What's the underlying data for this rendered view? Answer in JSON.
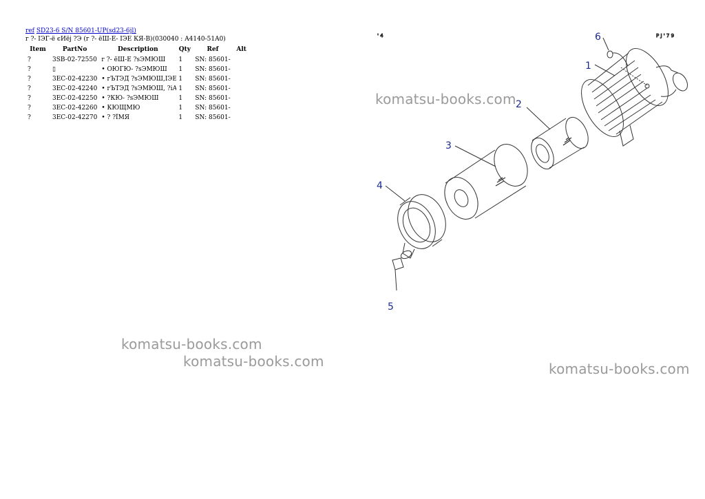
{
  "header": {
    "ref_link": "ref",
    "model_link": "SD23-6 S/N 85601-UP(sd23-6jl)",
    "subtitle": "г ?- ІЭГ-ё єИёј ?Э (г ?- ёШ-Е- ІЭЕ КЯ-В)(030040 : A4140-51A0)"
  },
  "table": {
    "columns": [
      "Item",
      "PartNo",
      "Description",
      "Qty",
      "Ref",
      "Alt"
    ],
    "rows": [
      {
        "item": "?",
        "part": "3SB-02-72550",
        "desc": "г ?- ёШ-Е ?sЭМЮШ",
        "qty": "1",
        "ref": "SN: 85601-",
        "alt": ""
      },
      {
        "item": "?",
        "part": "",
        "desc": "• ОЮГЮ- ?sЭМЮШ",
        "qty": "1",
        "ref": "SN: 85601-",
        "alt": ""
      },
      {
        "item": "?",
        "part": "3EC-02-42230",
        "desc": "• гЪТЭД ?sЭМЮШ,ІЭЕ",
        "qty": "1",
        "ref": "SN: 85601-",
        "alt": ""
      },
      {
        "item": "?",
        "part": "3EC-02-42240",
        "desc": "• гЪТЭД ?sЭМЮШ, ?іА",
        "qty": "1",
        "ref": "SN: 85601-",
        "alt": ""
      },
      {
        "item": "?",
        "part": "3EC-02-42250",
        "desc": "• ?КЮ- ?sЭМЮШ",
        "qty": "1",
        "ref": "SN: 85601-",
        "alt": ""
      },
      {
        "item": "?",
        "part": "3EC-02-42260",
        "desc": "• КЮЩМЮ",
        "qty": "1",
        "ref": "SN: 85601-",
        "alt": ""
      },
      {
        "item": "?",
        "part": "3EC-02-42270",
        "desc": "• ? ?ЇМЯ",
        "qty": "1",
        "ref": "SN: 85601-",
        "alt": ""
      }
    ]
  },
  "diagram": {
    "corner_left": "' 4",
    "corner_right": "P J ' 7 9",
    "callouts": [
      "1",
      "2",
      "3",
      "4",
      "5",
      "6"
    ]
  },
  "watermarks": [
    "komatsu-books.com",
    "komatsu-books.com",
    "komatsu-books.com",
    "komatsu-books.com"
  ]
}
